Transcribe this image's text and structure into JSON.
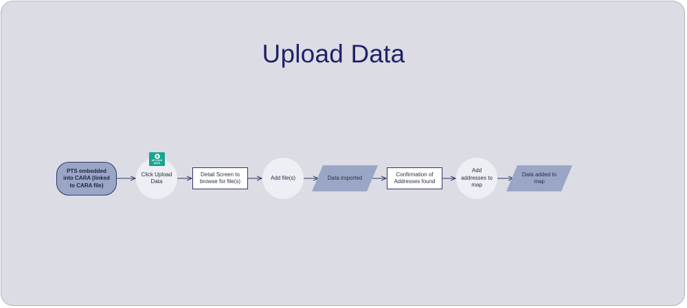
{
  "title": "Upload Data",
  "colors": {
    "canvas_bg": "#dcdce4",
    "title": "#1f2266",
    "terminal_fill": "#9aa6c6",
    "circle_fill": "#eeeef5",
    "parallelogram_fill": "#9aa6c6",
    "stroke": "#2c3466",
    "badge": "#17a58e"
  },
  "nodes": {
    "start": "PTS embedded into CARA (linked to CARA file)",
    "click_upload": "Click Upload Data",
    "detail_screen": "Detail Screen to browse for file(s)",
    "add_files": "Add file(s)",
    "data_imported": "Data imported",
    "confirmation": "Confirmation of Addresses found",
    "add_addresses": "Add addresses to map",
    "data_added": "Data added to map"
  },
  "upload_badge": {
    "icon": "upload-icon",
    "label": "UPLOAD DATA"
  }
}
